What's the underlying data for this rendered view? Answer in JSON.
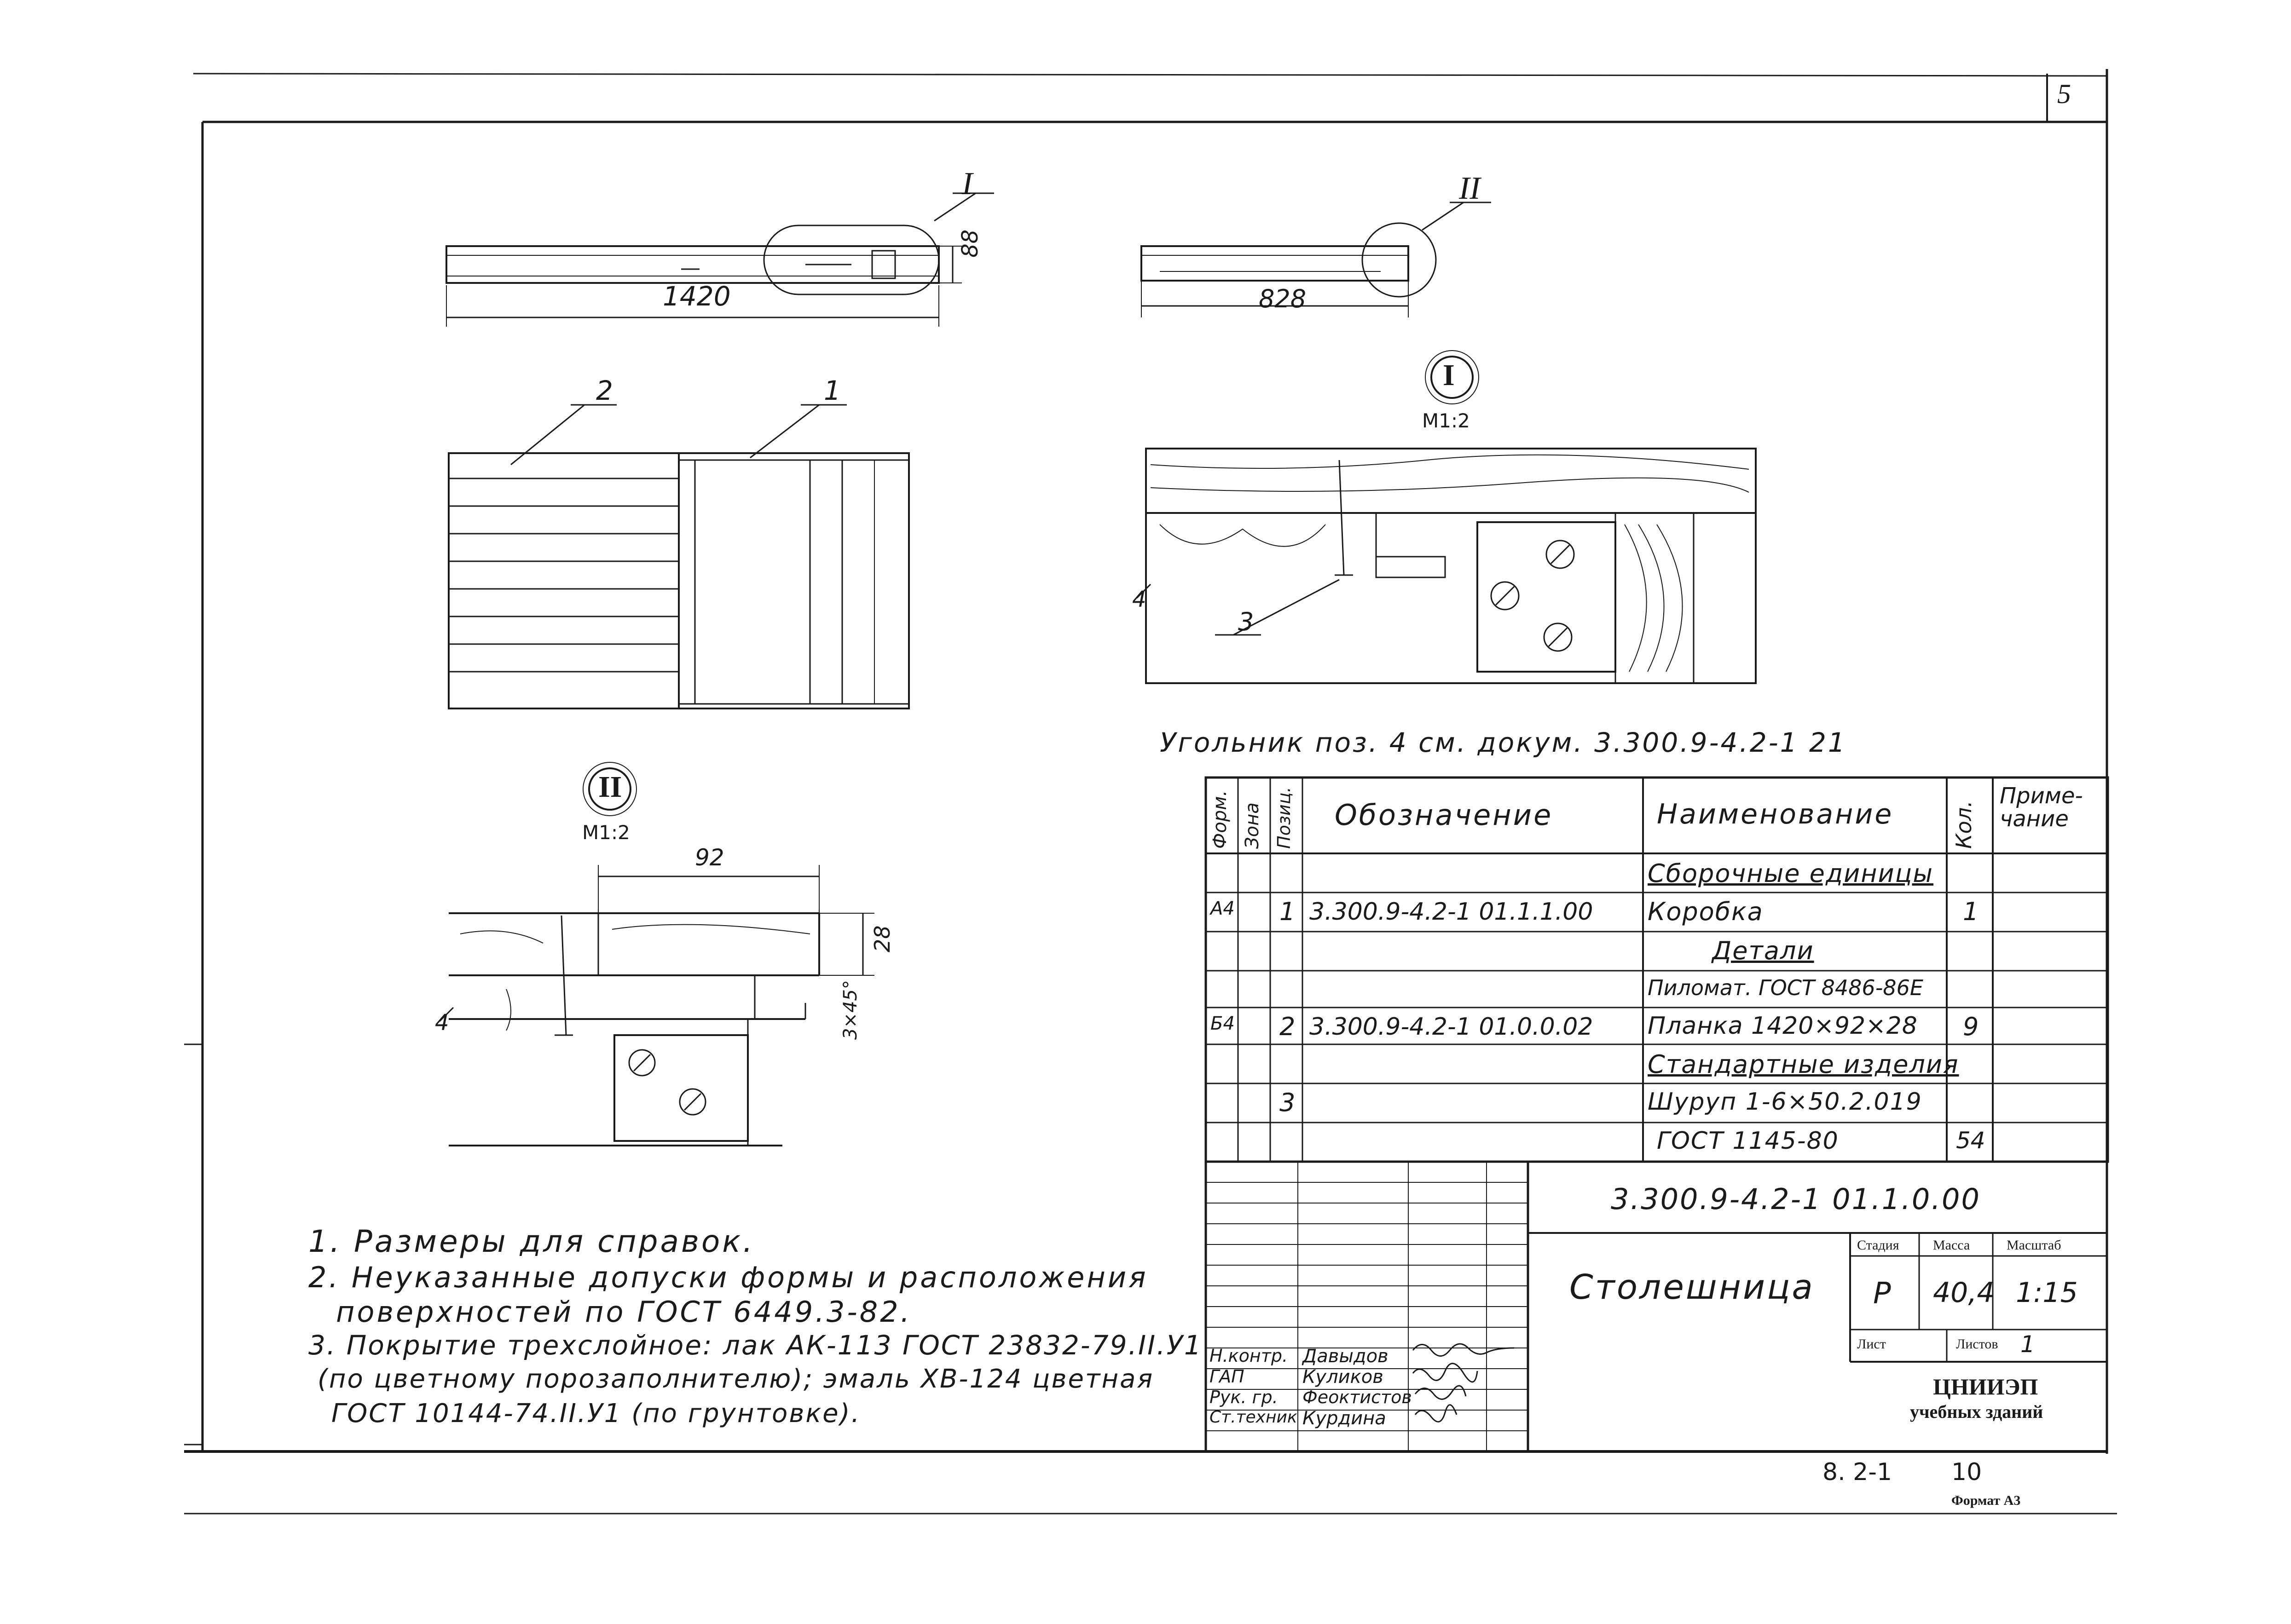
{
  "sheet": {
    "sheet_number": "5",
    "bottom_code": "8. 2-1",
    "bottom_page": "10",
    "format": "Формат А3"
  },
  "views": {
    "top_length": "1420",
    "top_height": "88",
    "top_callout": "I",
    "side_length": "828",
    "side_callout": "II",
    "leader_1": "1",
    "leader_2": "2",
    "leader_3": "3",
    "leader_4a": "4",
    "leader_4b": "4",
    "detail1_label": "I",
    "detail1_scale": "М1:2",
    "detail2_label": "II",
    "detail2_scale": "М1:2",
    "dim_92": "92",
    "dim_28": "28",
    "dim_chamfer": "3×45°",
    "corner_note": "Угольник поз. 4 см. докум. 3.300.9-4.2-1 21"
  },
  "spec_table": {
    "headers": {
      "format": "Форм.",
      "zone": "Зона",
      "pos": "Позиц.",
      "designation": "Обозначение",
      "name": "Наименование",
      "qty": "Кол.",
      "note": "Приме-чание"
    },
    "rows": [
      {
        "format": "",
        "zone": "",
        "pos": "",
        "designation": "",
        "name": "Сборочные единицы",
        "qty": "",
        "underline": true
      },
      {
        "format": "А4",
        "zone": "",
        "pos": "1",
        "designation": "3.300.9-4.2-1 01.1.1.00",
        "name": "Коробка",
        "qty": "1",
        "underline": false
      },
      {
        "format": "",
        "zone": "",
        "pos": "",
        "designation": "",
        "name": "Детали",
        "qty": "",
        "underline": true
      },
      {
        "format": "",
        "zone": "",
        "pos": "",
        "designation": "",
        "name": "Пиломат. ГОСТ 8486-86Е",
        "qty": "",
        "underline": false
      },
      {
        "format": "Б4",
        "zone": "",
        "pos": "2",
        "designation": "3.300.9-4.2-1 01.0.0.02",
        "name": "Планка 1420×92×28",
        "qty": "9",
        "underline": false
      },
      {
        "format": "",
        "zone": "",
        "pos": "",
        "designation": "",
        "name": "Стандартные изделия",
        "qty": "",
        "underline": true
      },
      {
        "format": "",
        "zone": "",
        "pos": "3",
        "designation": "",
        "name": "Шуруп 1-6×50.2.019",
        "qty": "",
        "underline": false
      },
      {
        "format": "",
        "zone": "",
        "pos": "",
        "designation": "",
        "name": "ГОСТ 1145-80",
        "qty": "54",
        "underline": false
      }
    ]
  },
  "title_block": {
    "doc_code": "3.300.9-4.2-1 01.1.0.00",
    "title": "Столешница",
    "stage_label": "Стадия",
    "mass_label": "Масса",
    "scale_label": "Масштаб",
    "stage": "Р",
    "mass": "40,4",
    "scale": "1:15",
    "sheet_label": "Лист",
    "sheets_label": "Листов",
    "sheets": "1",
    "org_line1": "ЦНИИЭП",
    "org_line2": "учебных зданий",
    "signers": [
      {
        "role": "Н.контр.",
        "name": "Давыдов"
      },
      {
        "role": "ГАП",
        "name": "Куликов"
      },
      {
        "role": "Рук. гр.",
        "name": "Феоктистов"
      },
      {
        "role": "Ст.техник",
        "name": "Курдина"
      }
    ]
  },
  "notes": [
    "1. Размеры для справок.",
    "2. Неуказанные допуски формы и расположения",
    "поверхностей по ГОСТ 6449.3-82.",
    "3. Покрытие трехслойное: лак АК-113 ГОСТ 23832-79.II.У1",
    "(по цветному порозаполнителю); эмаль ХВ-124 цветная",
    "ГОСТ 10144-74.II.У1 (по грунтовке)."
  ]
}
